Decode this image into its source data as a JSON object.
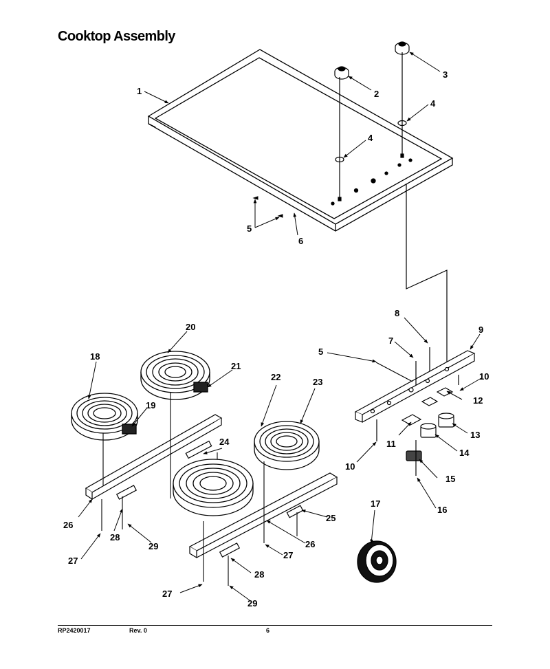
{
  "title": "Cooktop Assembly",
  "footer": {
    "part_number": "RP2420017",
    "revision": "Rev. 0",
    "page": "6"
  },
  "callouts": [
    {
      "id": "c1",
      "label": "1"
    },
    {
      "id": "c2",
      "label": "2"
    },
    {
      "id": "c3",
      "label": "3"
    },
    {
      "id": "c4a",
      "label": "4"
    },
    {
      "id": "c4b",
      "label": "4"
    },
    {
      "id": "c5a",
      "label": "5"
    },
    {
      "id": "c6",
      "label": "6"
    },
    {
      "id": "c8",
      "label": "8"
    },
    {
      "id": "c9",
      "label": "9"
    },
    {
      "id": "c7",
      "label": "7"
    },
    {
      "id": "c5b",
      "label": "5"
    },
    {
      "id": "c10a",
      "label": "10"
    },
    {
      "id": "c12",
      "label": "12"
    },
    {
      "id": "c11",
      "label": "11"
    },
    {
      "id": "c13",
      "label": "13"
    },
    {
      "id": "c10b",
      "label": "10"
    },
    {
      "id": "c14",
      "label": "14"
    },
    {
      "id": "c15",
      "label": "15"
    },
    {
      "id": "c16",
      "label": "16"
    },
    {
      "id": "c17",
      "label": "17"
    },
    {
      "id": "c18",
      "label": "18"
    },
    {
      "id": "c19",
      "label": "19"
    },
    {
      "id": "c20",
      "label": "20"
    },
    {
      "id": "c21",
      "label": "21"
    },
    {
      "id": "c22",
      "label": "22"
    },
    {
      "id": "c23",
      "label": "23"
    },
    {
      "id": "c24",
      "label": "24"
    },
    {
      "id": "c25",
      "label": "25"
    },
    {
      "id": "c26a",
      "label": "26"
    },
    {
      "id": "c26b",
      "label": "26"
    },
    {
      "id": "c27a",
      "label": "27"
    },
    {
      "id": "c27b",
      "label": "27"
    },
    {
      "id": "c27c",
      "label": "27"
    },
    {
      "id": "c28a",
      "label": "28"
    },
    {
      "id": "c28b",
      "label": "28"
    },
    {
      "id": "c29a",
      "label": "29"
    },
    {
      "id": "c29b",
      "label": "29"
    }
  ]
}
